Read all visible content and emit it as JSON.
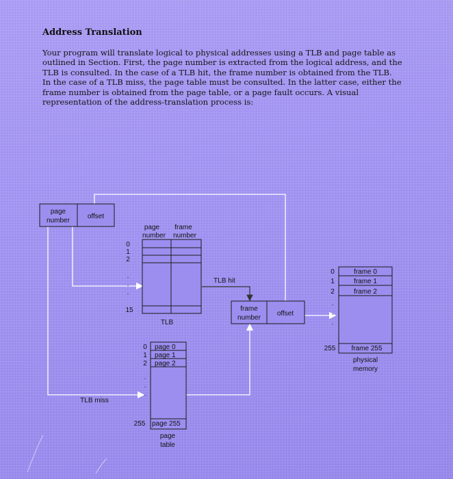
{
  "section": {
    "title": "Address Translation",
    "paragraph": [
      "Your program will translate logical to physical addresses using a TLB and page table as",
      "outlined in Section. First, the page number is extracted from the logical address, and the",
      "TLB is consulted. In the case of a TLB hit, the frame number is obtained from the TLB.",
      "In the case of a TLB miss, the page table must be consulted. In the latter case, either the",
      "frame number is obtained from the page table, or a page fault occurs. A visual",
      "representation of the address-translation process is:"
    ]
  },
  "diagram": {
    "logical_address": {
      "page_number": [
        "page",
        "number"
      ],
      "offset": "offset"
    },
    "tlb": {
      "header_page": [
        "page",
        "number"
      ],
      "header_frame": [
        "frame",
        "number"
      ],
      "indices": [
        "0",
        "1",
        "2",
        "15"
      ],
      "label": "TLB"
    },
    "tlb_hit": "TLB hit",
    "tlb_miss": "TLB miss",
    "physical_address": {
      "frame_number": [
        "frame",
        "number"
      ],
      "offset": "offset"
    },
    "page_table": {
      "indices": [
        "0",
        "1",
        "2",
        "255"
      ],
      "entries": [
        "page 0",
        "page 1",
        "page 2",
        "page 255"
      ],
      "label": [
        "page",
        "table"
      ]
    },
    "physical_memory": {
      "indices": [
        "0",
        "1",
        "2",
        "255"
      ],
      "frames": [
        "frame 0",
        "frame 1",
        "frame 2",
        "frame 255"
      ],
      "label": [
        "physical",
        "memory"
      ]
    },
    "colors": {
      "cell": "#9c8eef",
      "line": "#1a1a1a",
      "arrow": "#ffffff",
      "background": "#a295f1"
    }
  }
}
